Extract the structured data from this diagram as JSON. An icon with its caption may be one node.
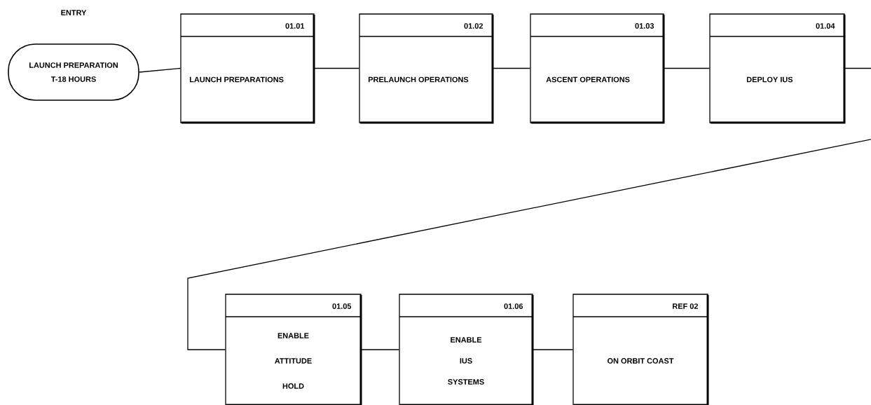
{
  "diagram": {
    "nodes": [
      {
        "text": [
          "LAUNCH PREPARATION T-18 HOURS"
        ],
        "beside": [
          "ENTRY"
        ]
      },
      {
        "text": [
          "01.01",
          "LAUNCH PREPARATIONS"
        ]
      },
      {
        "text": [
          "01.02",
          "PRELAUNCH OPERATIONS"
        ]
      },
      {
        "text": [
          "01.03",
          "ASCENT OPERATIONS"
        ]
      },
      {
        "text": [
          "01.04",
          "DEPLOY IUS"
        ]
      },
      {
        "text": [
          "01.05",
          "ENABLE ATTITUDE HOLD"
        ]
      },
      {
        "text": [
          "01.06",
          "ENABLE IUS SYSTEMS"
        ]
      },
      {
        "text": [
          "REF 02",
          "ON ORBIT COAST"
        ]
      }
    ],
    "edges": [
      {
        "from": 0,
        "to": 1,
        "arrow": "none"
      },
      {
        "from": 1,
        "to": 2,
        "arrow": "none"
      },
      {
        "from": 2,
        "to": 3,
        "arrow": "none"
      },
      {
        "from": 3,
        "to": 4,
        "arrow": "none"
      },
      {
        "from": 4,
        "to": 5,
        "arrow": "none"
      },
      {
        "from": 5,
        "to": 6,
        "arrow": "none"
      },
      {
        "from": 6,
        "to": 7,
        "arrow": "none"
      }
    ]
  }
}
